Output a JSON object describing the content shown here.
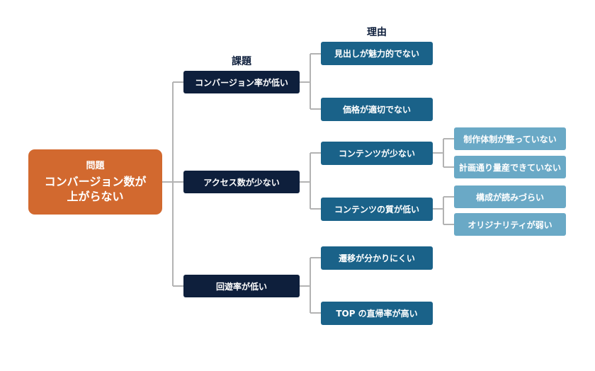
{
  "headers": {
    "issues": "課題",
    "reasons": "理由"
  },
  "root": {
    "label": "問題",
    "title_line1": "コンバージョン数が",
    "title_line2": "上がらない"
  },
  "issues": [
    {
      "label": "コンバージョン率が低い",
      "reasons": [
        {
          "label": "見出しが魅力的でない"
        },
        {
          "label": "価格が適切でない"
        }
      ]
    },
    {
      "label": "アクセス数が少ない",
      "reasons": [
        {
          "label": "コンテンツが少ない",
          "subs": [
            "制作体制が整っていない",
            "計画通り量産できていない"
          ]
        },
        {
          "label": "コンテンツの質が低い",
          "subs": [
            "構成が読みづらい",
            "オリジナリティが弱い"
          ]
        }
      ]
    },
    {
      "label": "回遊率が低い",
      "reasons": [
        {
          "label": "遷移が分かりにくい"
        },
        {
          "label": "TOP の直帰率が高い"
        }
      ]
    }
  ],
  "colors": {
    "root": "#d2692f",
    "issue": "#0e1f3c",
    "reason": "#1a6289",
    "sub": "#6aa9c6",
    "connector": "#b3b3b3"
  }
}
